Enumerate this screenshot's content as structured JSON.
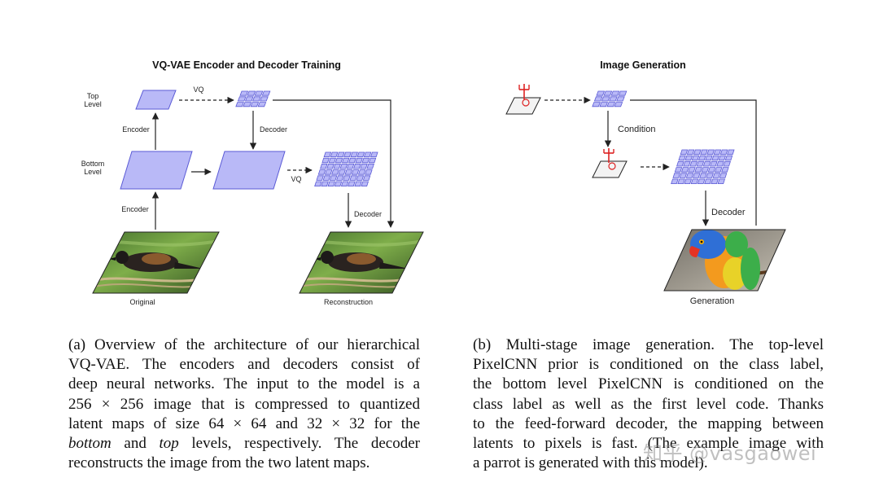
{
  "left_panel": {
    "title": "VQ-VAE Encoder and Decoder Training",
    "top_level_label": [
      "Top",
      "Level"
    ],
    "bottom_level_label": [
      "Bottom",
      "Level"
    ],
    "vq_top": "VQ",
    "vq_bottom": "VQ",
    "encoder_top": "Encoder",
    "encoder_bottom": "Encoder",
    "decoder_mid": "Decoder",
    "decoder_bottom": "Decoder",
    "original_label": "Original",
    "reconstruction_label": "Reconstruction"
  },
  "right_panel": {
    "title": "Image Generation",
    "condition_label": "Condition",
    "decoder_label": "Decoder",
    "generation_label": "Generation"
  },
  "captions": {
    "a": [
      "(a) Overview of the architecture of our hierarchical",
      "VQ-VAE. The encoders and decoders consist of",
      "deep neural networks. The input to the model is a",
      "256 × 256 image that is compressed to quantized",
      "latent maps of size 64 × 64 and 32 × 32 for the",
      [
        "bottom",
        " and ",
        "top",
        " levels, respectively. The decoder"
      ],
      "reconstructs the image from the two latent maps."
    ],
    "b": [
      "(b) Multi-stage image generation. The top-level",
      "PixelCNN prior is conditioned on the class label,",
      "the bottom level PixelCNN is conditioned on the",
      "class label as well as the first level code. Thanks",
      "to the feed-forward decoder, the mapping between",
      "latents to pixels is fast. (The example image with",
      "a parrot is generated with this model)."
    ]
  },
  "watermark": "知乎 @vasgaowei",
  "colors": {
    "latent_fill": "#b9b9f7",
    "latent_stroke": "#5a5ad6",
    "arrow": "#222222"
  }
}
